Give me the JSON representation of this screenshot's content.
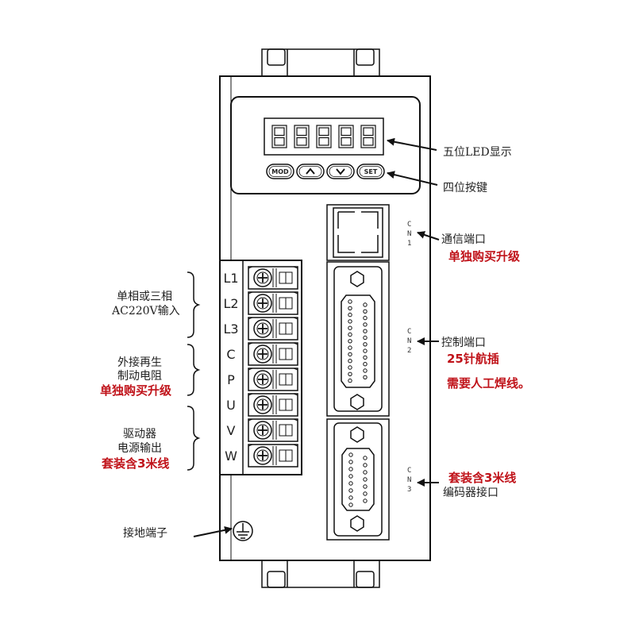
{
  "display": {
    "label": "五位LED显示",
    "digit_count": 5
  },
  "keys": {
    "label": "四位按键",
    "buttons": [
      {
        "text": "MOD",
        "icon": ""
      },
      {
        "text": "",
        "icon": "up-chevron"
      },
      {
        "text": "",
        "icon": "down-chevron"
      },
      {
        "text": "SET",
        "icon": ""
      }
    ]
  },
  "cn1": {
    "tag": [
      "C",
      "N",
      "1"
    ],
    "label": "通信端口",
    "note": "单独购买升级"
  },
  "cn2": {
    "tag": [
      "C",
      "N",
      "2"
    ],
    "label": "控制端口",
    "note1": "25针航插",
    "note2": "需要人工焊线。"
  },
  "cn3": {
    "tag": [
      "C",
      "N",
      "3"
    ],
    "note": "套装含3米线",
    "label": "编码器接口"
  },
  "terminals": [
    "L1",
    "L2",
    "L3",
    "C",
    "P",
    "U",
    "V",
    "W"
  ],
  "groups": {
    "input": {
      "line1": "单相或三相",
      "line2": "AC220V输入"
    },
    "brake": {
      "line1": "外接再生",
      "line2": "制动电阻",
      "note": "单独购买升级"
    },
    "motor": {
      "line1": "驱动器",
      "line2": "电源输出",
      "note": "套装含3米线"
    }
  },
  "ground": {
    "label": "接地端子"
  },
  "colors": {
    "note_red": "#c0131a",
    "line": "#111111"
  }
}
